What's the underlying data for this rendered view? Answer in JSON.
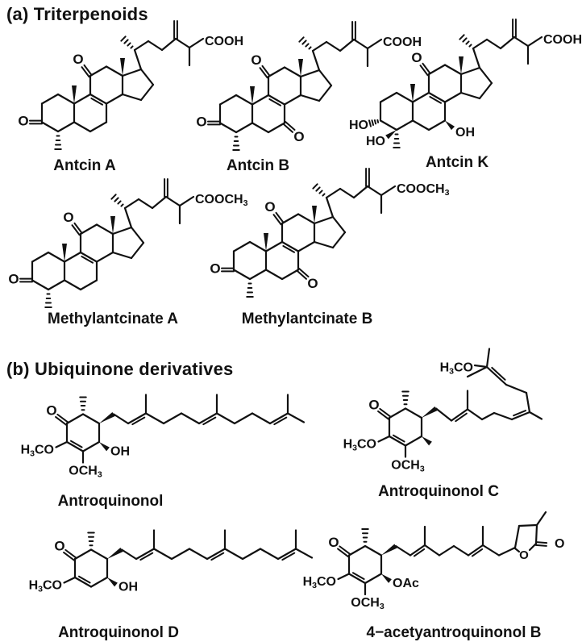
{
  "figure": {
    "colors": {
      "ink": "#111111",
      "background": "#ffffff"
    },
    "section_a": {
      "title": "(a) Triterpenoids"
    },
    "section_b": {
      "title": "(b) Ubiquinone derivatives"
    },
    "molecules": {
      "antcin_a": {
        "name": "Antcin A",
        "labels": {
          "keto3_o": "O",
          "keto11_o": "O",
          "acid": "COOH"
        }
      },
      "antcin_b": {
        "name": "Antcin B",
        "labels": {
          "keto3_o": "O",
          "keto7_o": "O",
          "keto11_o": "O",
          "acid": "COOH"
        }
      },
      "antcin_k": {
        "name": "Antcin K",
        "labels": {
          "keto11_o": "O",
          "ho3": "HO",
          "ho4": "HO",
          "oh7": "OH",
          "acid": "COOH"
        }
      },
      "methylantcinate_a": {
        "name": "Methylantcinate A",
        "labels": {
          "keto3_o": "O",
          "keto11_o": "O",
          "acid": "COOCH3"
        }
      },
      "methylantcinate_b": {
        "name": "Methylantcinate B",
        "labels": {
          "keto3_o": "O",
          "keto7_o": "O",
          "keto11_o": "O",
          "acid": "COOCH3"
        }
      },
      "antroquinonol": {
        "name": "Antroquinonol",
        "labels": {
          "keto_o": "O",
          "ome_left": "H3CO",
          "ome_bottom": "OCH3",
          "oh": "OH"
        }
      },
      "antroquinonol_c": {
        "name": "Antroquinonol C",
        "labels": {
          "keto_o": "O",
          "ome_left": "H3CO",
          "ome_bottom": "OCH3",
          "ome_top": "H3CO"
        }
      },
      "antroquinonol_d": {
        "name": "Antroquinonol D",
        "labels": {
          "keto_o": "O",
          "ome_left": "H3CO",
          "oh": "OH"
        }
      },
      "acetylantroquinonol_b": {
        "name": "4−acetyantroquinonol B",
        "labels": {
          "keto_o": "O",
          "ome_left": "H3CO",
          "ome_bottom": "OCH3",
          "oac": "OAc",
          "lactone_o": "O",
          "lactone_keto_o": "O"
        }
      }
    }
  }
}
